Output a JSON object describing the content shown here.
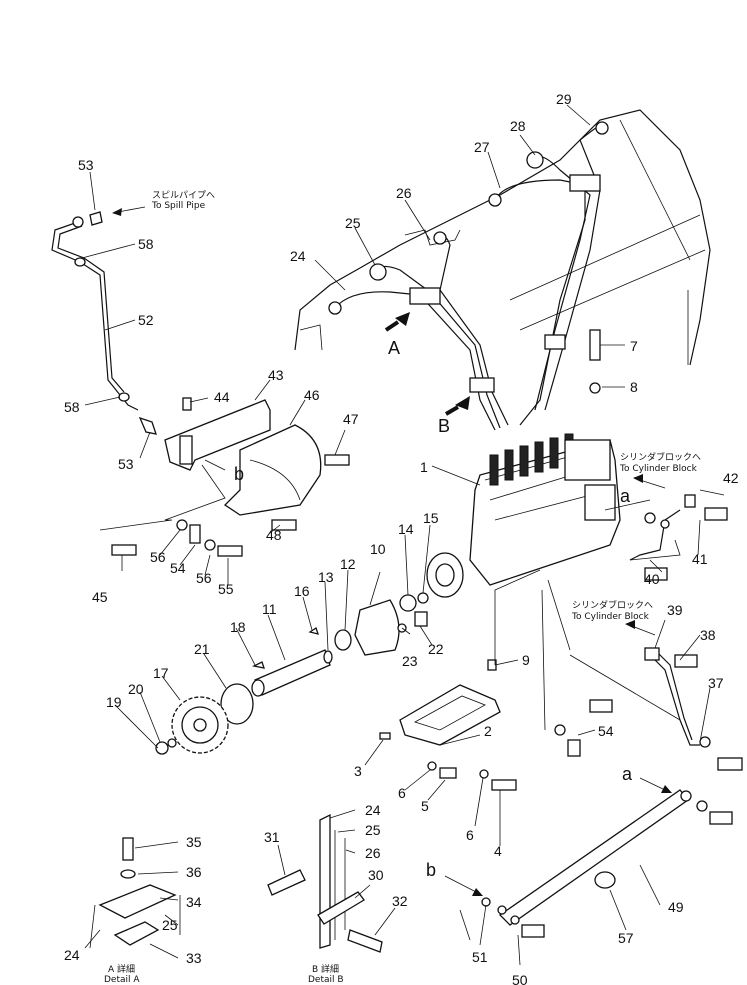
{
  "callouts": {
    "n1": "1",
    "n2": "2",
    "n3": "3",
    "n4": "4",
    "n5": "5",
    "n6a": "6",
    "n6b": "6",
    "n7": "7",
    "n8": "8",
    "n9": "9",
    "n10": "10",
    "n11": "11",
    "n12": "12",
    "n13": "13",
    "n14": "14",
    "n15": "15",
    "n16": "16",
    "n17": "17",
    "n18": "18",
    "n19": "19",
    "n20": "20",
    "n21": "21",
    "n22": "22",
    "n23": "23",
    "n24": "24",
    "n24b": "24",
    "n24c": "24",
    "n25": "25",
    "n25b": "25",
    "n25c": "25",
    "n26": "26",
    "n26b": "26",
    "n27": "27",
    "n28": "28",
    "n29": "29",
    "n30": "30",
    "n31": "31",
    "n32": "32",
    "n33": "33",
    "n34": "34",
    "n35": "35",
    "n36": "36",
    "n37": "37",
    "n38": "38",
    "n39": "39",
    "n40": "40",
    "n41": "41",
    "n42": "42",
    "n43": "43",
    "n44": "44",
    "n45": "45",
    "n46": "46",
    "n47": "47",
    "n48": "48",
    "n49": "49",
    "n50": "50",
    "n51": "51",
    "n52": "52",
    "n53a": "53",
    "n53b": "53",
    "n54a": "54",
    "n54b": "54",
    "n55": "55",
    "n56a": "56",
    "n56b": "56",
    "n57": "57",
    "n58a": "58",
    "n58b": "58"
  },
  "views": {
    "A": "A",
    "B": "B",
    "a1": "a",
    "a2": "a",
    "b1": "b",
    "b2": "b"
  },
  "notes": {
    "spill_jp": "スピルパイプへ",
    "spill_en": "To  Spill  Pipe",
    "cyl_jp_1": "シリンダブロックへ",
    "cyl_en_1": "To  Cylinder  Block",
    "cyl_jp_2": "シリンダブロックへ",
    "cyl_en_2": "To  Cylinder  Block",
    "detail_a_jp": "A 詳細",
    "detail_a_en": "Detail  A",
    "detail_b_jp": "B 詳細",
    "detail_b_en": "Detail  B"
  }
}
